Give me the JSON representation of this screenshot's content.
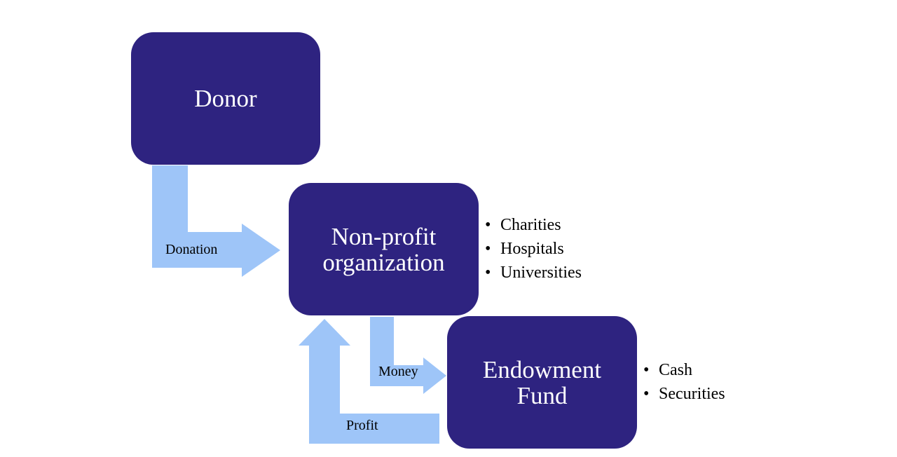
{
  "nodes": {
    "donor": {
      "label": "Donor"
    },
    "nonprofit": {
      "label_lines": [
        "Non-profit",
        "organization"
      ]
    },
    "endowment": {
      "label_lines": [
        "Endowment",
        "Fund"
      ]
    }
  },
  "flows": {
    "donation": {
      "label": "Donation"
    },
    "money": {
      "label": "Money"
    },
    "profit": {
      "label": "Profit"
    }
  },
  "lists": {
    "nonprofit_types": [
      "Charities",
      "Hospitals",
      "Universities"
    ],
    "endowment_assets": [
      "Cash",
      "Securities"
    ]
  },
  "colors": {
    "box_fill": "#2e2380",
    "box_text": "#ffffff",
    "arrow_fill": "#9ec5f8"
  }
}
